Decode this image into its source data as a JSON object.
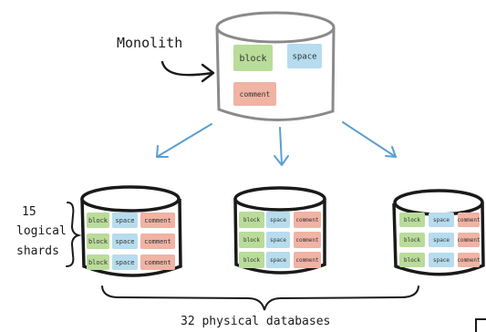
{
  "labels": {
    "monolith": "Monolith",
    "shards_line1": "15",
    "shards_line2": "logical",
    "shards_line3": "shards",
    "physical": "32 physical databases"
  },
  "monolith": {
    "chips": [
      {
        "text": "block",
        "color": "#b9dc9a"
      },
      {
        "text": "space",
        "color": "#b7dcee"
      },
      {
        "text": "comment",
        "color": "#f0b3a4"
      }
    ]
  },
  "databases": [
    {
      "rows": [
        [
          {
            "text": "block",
            "color": "#b9dc9a"
          },
          {
            "text": "space",
            "color": "#b7dcee"
          },
          {
            "text": "comment",
            "color": "#f0b3a4"
          }
        ],
        [
          {
            "text": "block",
            "color": "#b9dc9a"
          },
          {
            "text": "space",
            "color": "#b7dcee"
          },
          {
            "text": "comment",
            "color": "#f0b3a4"
          }
        ],
        [
          {
            "text": "block",
            "color": "#b9dc9a"
          },
          {
            "text": "space",
            "color": "#b7dcee"
          },
          {
            "text": "comment",
            "color": "#f0b3a4"
          }
        ]
      ]
    },
    {
      "rows": [
        [
          {
            "text": "block",
            "color": "#b9dc9a"
          },
          {
            "text": "space",
            "color": "#b7dcee"
          },
          {
            "text": "comment",
            "color": "#f0b3a4"
          }
        ],
        [
          {
            "text": "block",
            "color": "#b9dc9a"
          },
          {
            "text": "space",
            "color": "#b7dcee"
          },
          {
            "text": "comment",
            "color": "#f0b3a4"
          }
        ],
        [
          {
            "text": "block",
            "color": "#b9dc9a"
          },
          {
            "text": "space",
            "color": "#b7dcee"
          },
          {
            "text": "comment",
            "color": "#f0b3a4"
          }
        ]
      ]
    },
    {
      "rows": [
        [
          {
            "text": "block",
            "color": "#b9dc9a"
          },
          {
            "text": "space",
            "color": "#b7dcee"
          },
          {
            "text": "comment",
            "color": "#f0b3a4"
          }
        ],
        [
          {
            "text": "block",
            "color": "#b9dc9a"
          },
          {
            "text": "space",
            "color": "#b7dcee"
          },
          {
            "text": "comment",
            "color": "#f0b3a4"
          }
        ],
        [
          {
            "text": "block",
            "color": "#b9dc9a"
          },
          {
            "text": "space",
            "color": "#b7dcee"
          },
          {
            "text": "comment",
            "color": "#f0b3a4"
          }
        ]
      ]
    }
  ],
  "colors": {
    "ink": "#1a1a1a",
    "monolith_outline": "#8a8a8a",
    "arrow": "#5a9fd0"
  }
}
